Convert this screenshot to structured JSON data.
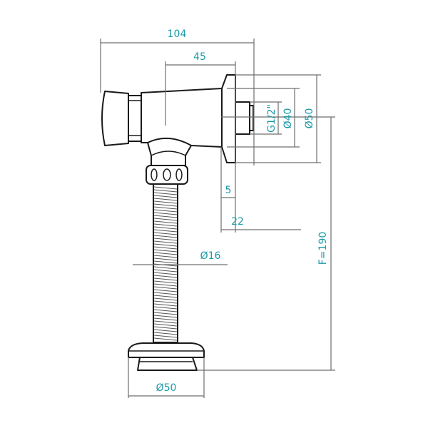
{
  "diagram": {
    "type": "technical-drawing",
    "subject": "self-closing urinal flush valve with flexible pipe",
    "colors": {
      "outline": "#1a1a1a",
      "dimension_line": "#6f6f6f",
      "dimension_text": "#1b9aa8",
      "background": "#ffffff"
    },
    "dimensions": {
      "overall_length": "104",
      "body_to_axis": "45",
      "thread": "G1/2\"",
      "inlet_diameter": "Ø40",
      "flange_diameter": "Ø50",
      "flange_thickness": "5",
      "wall_offset": "22",
      "pipe_diameter": "Ø16",
      "flush_height": "F=190",
      "outlet_diameter": "Ø50"
    }
  }
}
